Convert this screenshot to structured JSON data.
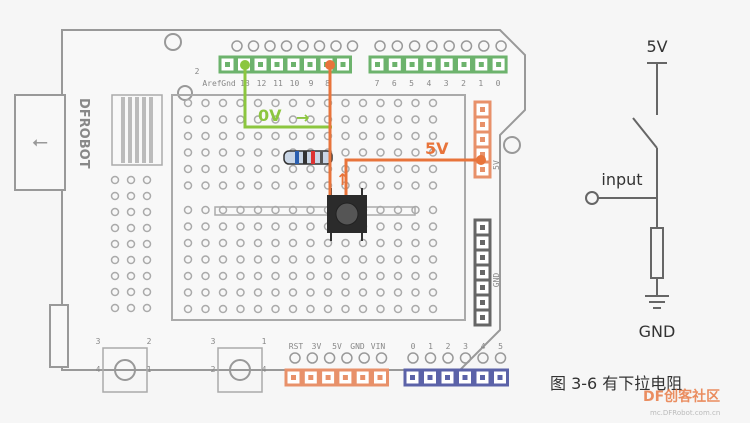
{
  "board": {
    "brand": "DFROBOT",
    "top_pins_left": [
      "Aref",
      "Gnd",
      "13",
      "12",
      "11",
      "10",
      "9",
      "8"
    ],
    "top_pins_right": [
      "7",
      "6",
      "5",
      "4",
      "3",
      "2",
      "1",
      "0"
    ],
    "pin_2_label": "2",
    "power_pins": [
      "RST",
      "3V",
      "5V",
      "GND",
      "VIN"
    ],
    "analog_pins": [
      "0",
      "1",
      "2",
      "3",
      "4",
      "5"
    ],
    "side_5v_label": "5V",
    "side_gnd_label": "GND",
    "button_labels": [
      "3",
      "2",
      "4",
      "1",
      "3",
      "1",
      "2",
      "4"
    ]
  },
  "wiring": {
    "ground_wire_label": "0V",
    "power_wire_label": "5V",
    "colors": {
      "ground": "#8cc63f",
      "power": "#e8743b",
      "header_green": "#6db36d",
      "header_orange": "#e8916a",
      "header_blue": "#5b62a8"
    }
  },
  "schematic": {
    "top_label": "5V",
    "input_label": "input",
    "bottom_label": "GND"
  },
  "caption": "图 3-6 有下拉电阻",
  "watermark": {
    "brand": "DF创客社区",
    "url": "mc.DFRobot.com.cn"
  }
}
